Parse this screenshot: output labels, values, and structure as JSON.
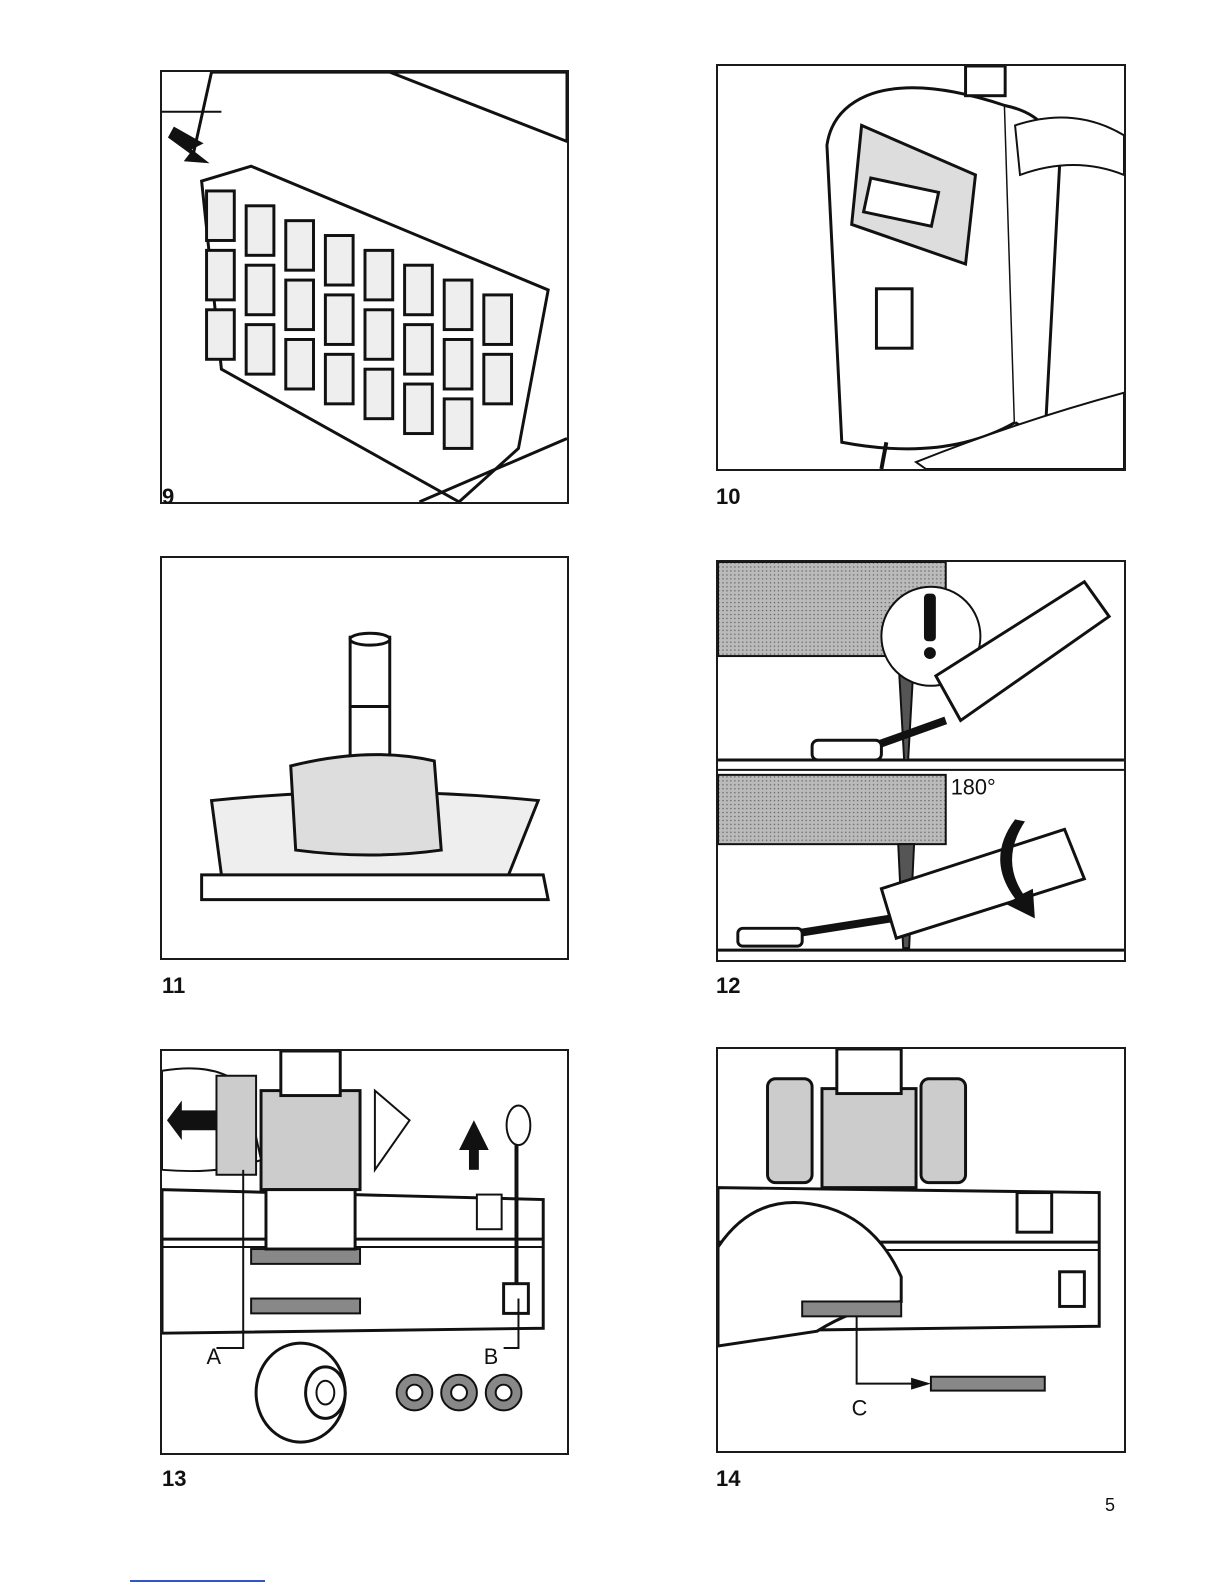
{
  "figures": [
    {
      "number": "9"
    },
    {
      "number": "10"
    },
    {
      "number": "11"
    },
    {
      "number": "12",
      "angle_label": "180°"
    },
    {
      "number": "13",
      "callouts": [
        "A",
        "B"
      ]
    },
    {
      "number": "14",
      "callouts": [
        "C"
      ]
    }
  ],
  "page_number": "5",
  "colors": {
    "ink": "#1a1a1a",
    "paper": "#ffffff",
    "shade": "#9a9a9a"
  }
}
